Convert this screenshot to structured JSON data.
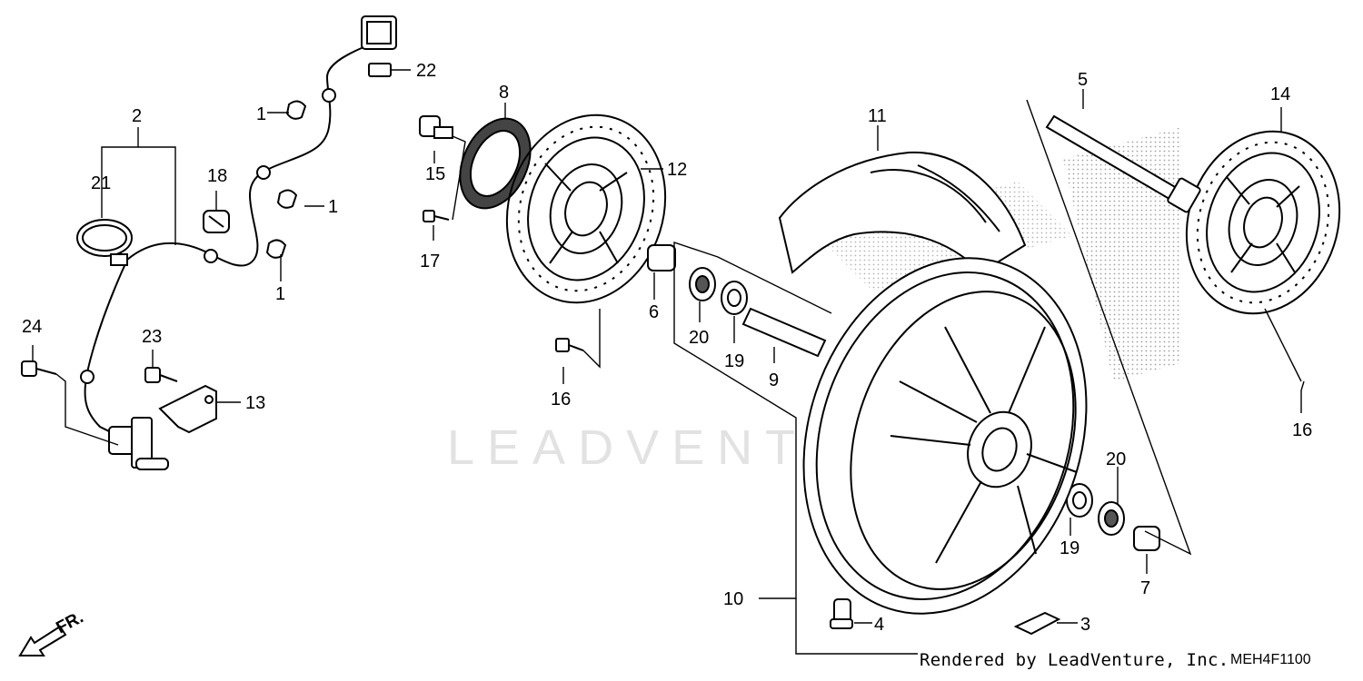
{
  "diagram": {
    "credit": "Rendered by LeadVenture, Inc.",
    "diagram_code": "MEH4F1100",
    "watermark": "LEADVENTURE",
    "front_indicator": "FR.",
    "callouts": [
      "1",
      "1",
      "1",
      "2",
      "21",
      "18",
      "22",
      "24",
      "23",
      "13",
      "8",
      "15",
      "17",
      "12",
      "16",
      "6",
      "20",
      "19",
      "9",
      "11",
      "10",
      "4",
      "3",
      "5",
      "14",
      "16",
      "20",
      "19",
      "7"
    ]
  }
}
